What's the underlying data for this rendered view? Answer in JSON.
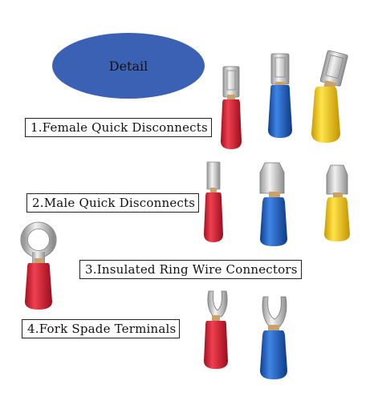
{
  "badge": {
    "text": "Detail",
    "color": "#3a61b3"
  },
  "labels": [
    {
      "text": "1.Female Quick Disconnects"
    },
    {
      "text": "2.Male Quick Disconnects"
    },
    {
      "text": "3.Insulated Ring Wire Connectors"
    },
    {
      "text": "4.Fork Spade Terminals"
    }
  ],
  "colors": {
    "red": "#d0202f",
    "blue": "#1f63c8",
    "yellow": "#f2c400",
    "metal": "#cfcfcf"
  }
}
